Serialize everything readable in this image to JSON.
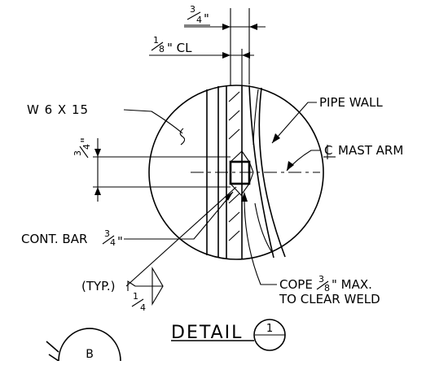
{
  "labels": {
    "dim_top_num": "3",
    "dim_top_den": "4",
    "dim_top_unit": "\"",
    "cl_num": "1",
    "cl_den": "8",
    "cl_suffix": "\" CL",
    "beam": "W 6 X 15",
    "dim_left_num": "3",
    "dim_left_den": "4",
    "dim_left_unit": "\"",
    "pipe_wall": "PIPE WALL",
    "mast_arm": "MAST ARM",
    "cont_bar": "CONT. BAR",
    "cont_bar_num": "3",
    "cont_bar_den": "4",
    "cont_bar_unit": "\"",
    "typ": "(TYP.)",
    "weld_num": "1",
    "weld_den": "4",
    "cope_line1_pre": "COPE",
    "cope_num": "3",
    "cope_den": "8",
    "cope_line1_post": "\" MAX.",
    "cope_line2": "TO CLEAR WELD",
    "detail_title": "DETAIL",
    "detail_number": "1",
    "section_ref": "B"
  }
}
